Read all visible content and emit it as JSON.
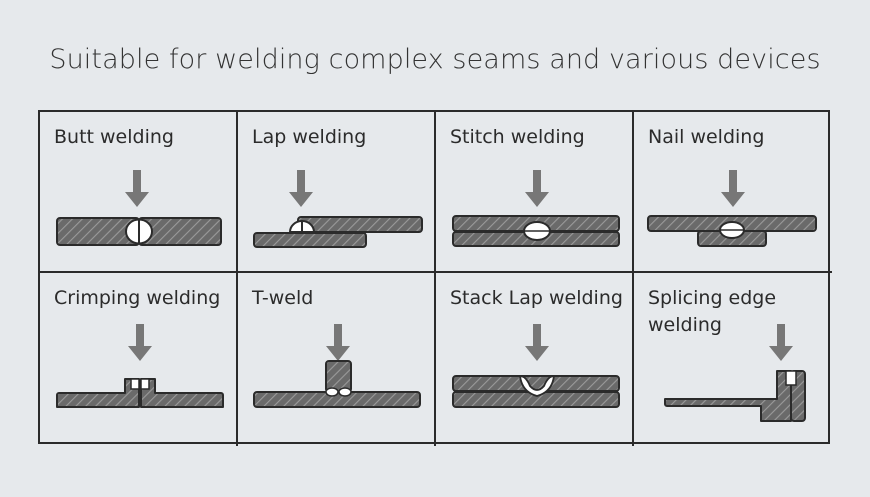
{
  "title": "Suitable for welding complex seams and various devices",
  "weld_types": [
    {
      "label": "Butt welding"
    },
    {
      "label": "Lap welding"
    },
    {
      "label": "Stitch welding"
    },
    {
      "label": "Nail welding"
    },
    {
      "label": "Crimping welding"
    },
    {
      "label": "T-weld"
    },
    {
      "label": "Stack Lap welding"
    },
    {
      "label": "Splicing edge welding"
    }
  ],
  "colors": {
    "plate_fill": "#6a6a6a",
    "hatch": "#9a9a9a",
    "outline": "#2b2b2b",
    "arrow": "#777777",
    "weld": "#ffffff",
    "background": "#e6e9ec"
  }
}
